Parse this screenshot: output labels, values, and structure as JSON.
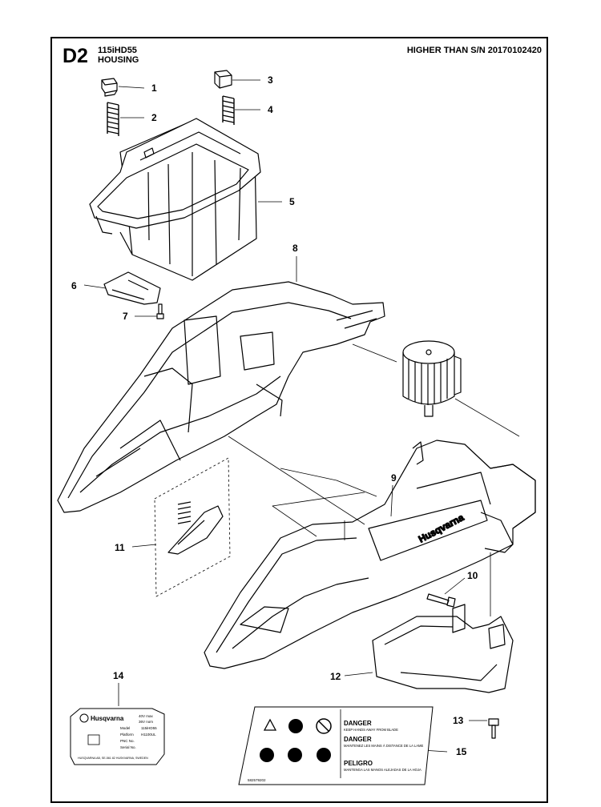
{
  "header": {
    "section_code": "D2",
    "model": "115iHD55",
    "title": "HOUSING",
    "serial_note": "HIGHER THAN S/N 20170102420"
  },
  "callouts": [
    "1",
    "2",
    "3",
    "4",
    "5",
    "6",
    "7",
    "8",
    "9",
    "10",
    "11",
    "12",
    "13",
    "14",
    "15"
  ],
  "rating_label": {
    "brand": "Husqvarna",
    "volts_max": "40V max",
    "volts_nom": "36V nom",
    "model_key": "Model",
    "model_val": "115iHD55",
    "platform_key": "Platform",
    "platform_val": "H1100UL",
    "pnc_key": "PNC No.",
    "serial_key": "Serial No.",
    "footer": "HUSQVARNA AB, SE-561 82 HUSKVARNA, SWEDEN"
  },
  "warning_label": {
    "danger_en": "DANGER",
    "text_en": "KEEP HANDS AWAY FROM BLADE",
    "danger_fr": "DANGER",
    "text_fr": "MAINTENEZ LES MAINS À DISTANCE DE LA LAME",
    "danger_es": "PELIGRO",
    "text_es": "MANTENGA LAS MANOS ALEJADAS DE LA HOJA",
    "part_no": "582579202"
  },
  "housing_logo": "Husqvarna"
}
